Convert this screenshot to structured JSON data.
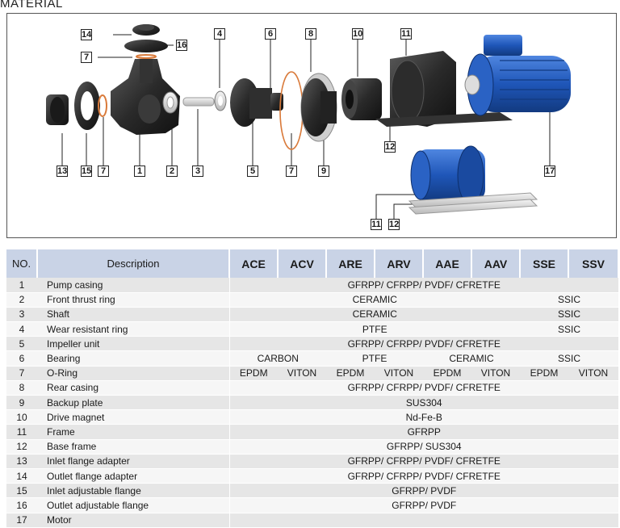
{
  "page": {
    "heading": "MATERIAL"
  },
  "diagram": {
    "callouts": [
      "14",
      "16",
      "7",
      "4",
      "6",
      "8",
      "10",
      "11",
      "12",
      "13",
      "15",
      "7",
      "1",
      "2",
      "3",
      "5",
      "7",
      "9",
      "17",
      "11",
      "12"
    ]
  },
  "table": {
    "headers": {
      "no": "NO.",
      "description": "Description"
    },
    "models": [
      "ACE",
      "ACV",
      "ARE",
      "ARV",
      "AAE",
      "AAV",
      "SSE",
      "SSV"
    ],
    "rows": [
      {
        "no": "1",
        "desc": "Pump casing",
        "cells": [
          {
            "text": "GFRPP/ CFRPP/ PVDF/ CFRETFE",
            "span": 8
          }
        ]
      },
      {
        "no": "2",
        "desc": "Front thrust ring",
        "cells": [
          {
            "text": "CERAMIC",
            "span": 6
          },
          {
            "text": "SSIC",
            "span": 2
          }
        ]
      },
      {
        "no": "3",
        "desc": "Shaft",
        "cells": [
          {
            "text": "CERAMIC",
            "span": 6
          },
          {
            "text": "SSIC",
            "span": 2
          }
        ]
      },
      {
        "no": "4",
        "desc": "Wear resistant ring",
        "cells": [
          {
            "text": "PTFE",
            "span": 6
          },
          {
            "text": "SSIC",
            "span": 2
          }
        ]
      },
      {
        "no": "5",
        "desc": "Impeller unit",
        "cells": [
          {
            "text": "GFRPP/ CFRPP/ PVDF/ CFRETFE",
            "span": 8
          }
        ]
      },
      {
        "no": "6",
        "desc": "Bearing",
        "cells": [
          {
            "text": "CARBON",
            "span": 2
          },
          {
            "text": "PTFE",
            "span": 2
          },
          {
            "text": "CERAMIC",
            "span": 2
          },
          {
            "text": "SSIC",
            "span": 2
          }
        ]
      },
      {
        "no": "7",
        "desc": "O-Ring",
        "cells": [
          {
            "text": "EPDM",
            "span": 1
          },
          {
            "text": "VITON",
            "span": 1
          },
          {
            "text": "EPDM",
            "span": 1
          },
          {
            "text": "VITON",
            "span": 1
          },
          {
            "text": "EPDM",
            "span": 1
          },
          {
            "text": "VITON",
            "span": 1
          },
          {
            "text": "EPDM",
            "span": 1
          },
          {
            "text": "VITON",
            "span": 1
          }
        ]
      },
      {
        "no": "8",
        "desc": "Rear casing",
        "cells": [
          {
            "text": "GFRPP/ CFRPP/ PVDF/ CFRETFE",
            "span": 8
          }
        ]
      },
      {
        "no": "9",
        "desc": "Backup plate",
        "cells": [
          {
            "text": "SUS304",
            "span": 8
          }
        ]
      },
      {
        "no": "10",
        "desc": "Drive magnet",
        "cells": [
          {
            "text": "Nd-Fe-B",
            "span": 8
          }
        ]
      },
      {
        "no": "11",
        "desc": "Frame",
        "cells": [
          {
            "text": "GFRPP",
            "span": 8
          }
        ]
      },
      {
        "no": "12",
        "desc": "Base frame",
        "cells": [
          {
            "text": "GFRPP/ SUS304",
            "span": 8
          }
        ]
      },
      {
        "no": "13",
        "desc": "Inlet flange adapter",
        "cells": [
          {
            "text": "GFRPP/ CFRPP/ PVDF/ CFRETFE",
            "span": 8
          }
        ]
      },
      {
        "no": "14",
        "desc": "Outlet flange adapter",
        "cells": [
          {
            "text": "GFRPP/ CFRPP/ PVDF/ CFRETFE",
            "span": 8
          }
        ]
      },
      {
        "no": "15",
        "desc": "Inlet adjustable flange",
        "cells": [
          {
            "text": "GFRPP/ PVDF",
            "span": 8
          }
        ]
      },
      {
        "no": "16",
        "desc": "Outlet adjustable flange",
        "cells": [
          {
            "text": "GFRPP/ PVDF",
            "span": 8
          }
        ]
      },
      {
        "no": "17",
        "desc": "Motor",
        "cells": []
      }
    ]
  },
  "colors": {
    "header_bg": "#c9d3e6",
    "row_odd": "#e6e6e6",
    "row_even": "#f6f6f6",
    "motor_blue": "#1f56b8",
    "part_dark": "#2b2b2b",
    "oring": "#d97a3a"
  }
}
